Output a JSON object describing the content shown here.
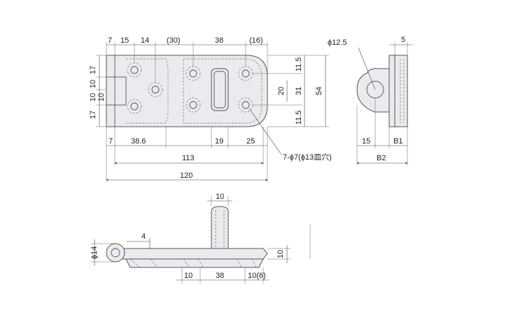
{
  "colors": {
    "part_fill": "#ebebef",
    "outline": "#555555",
    "dimension": "#444444",
    "text": "#222222"
  },
  "top_view": {
    "top_dims": [
      "7",
      "15",
      "14",
      "(30)",
      "38",
      "(16)"
    ],
    "left_dims": [
      "17",
      "10",
      "10",
      "10",
      "17"
    ],
    "right_dims": [
      "11.5",
      "20",
      "31",
      "11.5",
      "54"
    ],
    "bottom_dims": [
      "7",
      "38.6",
      "19",
      "25",
      "113",
      "120"
    ]
  },
  "side_view": {
    "phi_label": "ϕ12.5",
    "width_label": "5",
    "bottom_dims": [
      "15",
      "B1",
      "B2"
    ]
  },
  "hole_note": "7-ϕ7(ϕ13皿穴)",
  "front_view": {
    "phi_label": "ϕ14",
    "dims": [
      "10",
      "4",
      "10",
      "10",
      "38",
      "10(6)"
    ]
  }
}
